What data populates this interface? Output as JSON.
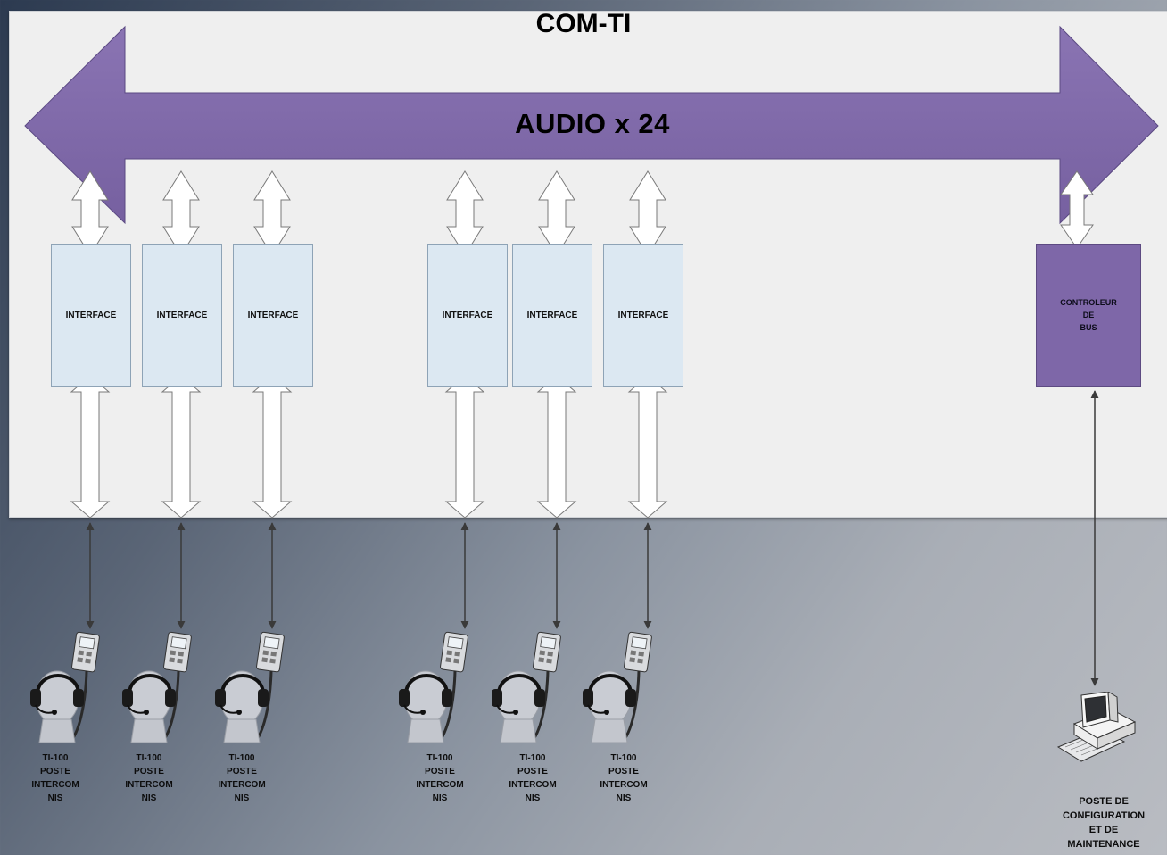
{
  "title": "COM-TI",
  "bus": {
    "label": "AUDIO  x  24",
    "color": "#7e67a8"
  },
  "interfaces": [
    {
      "label": "INTERFACE"
    },
    {
      "label": "INTERFACE"
    },
    {
      "label": "INTERFACE"
    },
    {
      "label": "INTERFACE"
    },
    {
      "label": "INTERFACE"
    },
    {
      "label": "INTERFACE"
    }
  ],
  "controller": {
    "lines": [
      "CONTROLEUR",
      "DE",
      "BUS"
    ]
  },
  "terminals": [
    {
      "lines": [
        "TI-100",
        "POSTE",
        "INTERCOM",
        "NIS"
      ]
    },
    {
      "lines": [
        "TI-100",
        "POSTE",
        "INTERCOM",
        "NIS"
      ]
    },
    {
      "lines": [
        "TI-100",
        "POSTE",
        "INTERCOM",
        "NIS"
      ]
    },
    {
      "lines": [
        "TI-100",
        "POSTE",
        "INTERCOM",
        "NIS"
      ]
    },
    {
      "lines": [
        "TI-100",
        "POSTE",
        "INTERCOM",
        "NIS"
      ]
    },
    {
      "lines": [
        "TI-100",
        "POSTE",
        "INTERCOM",
        "NIS"
      ]
    }
  ],
  "pc": {
    "lines": [
      "POSTE DE",
      "CONFIGURATION",
      "ET DE",
      "MAINTENANCE"
    ]
  },
  "icons": {
    "terminal": "intercom-headset-icon",
    "pc": "computer-icon"
  }
}
